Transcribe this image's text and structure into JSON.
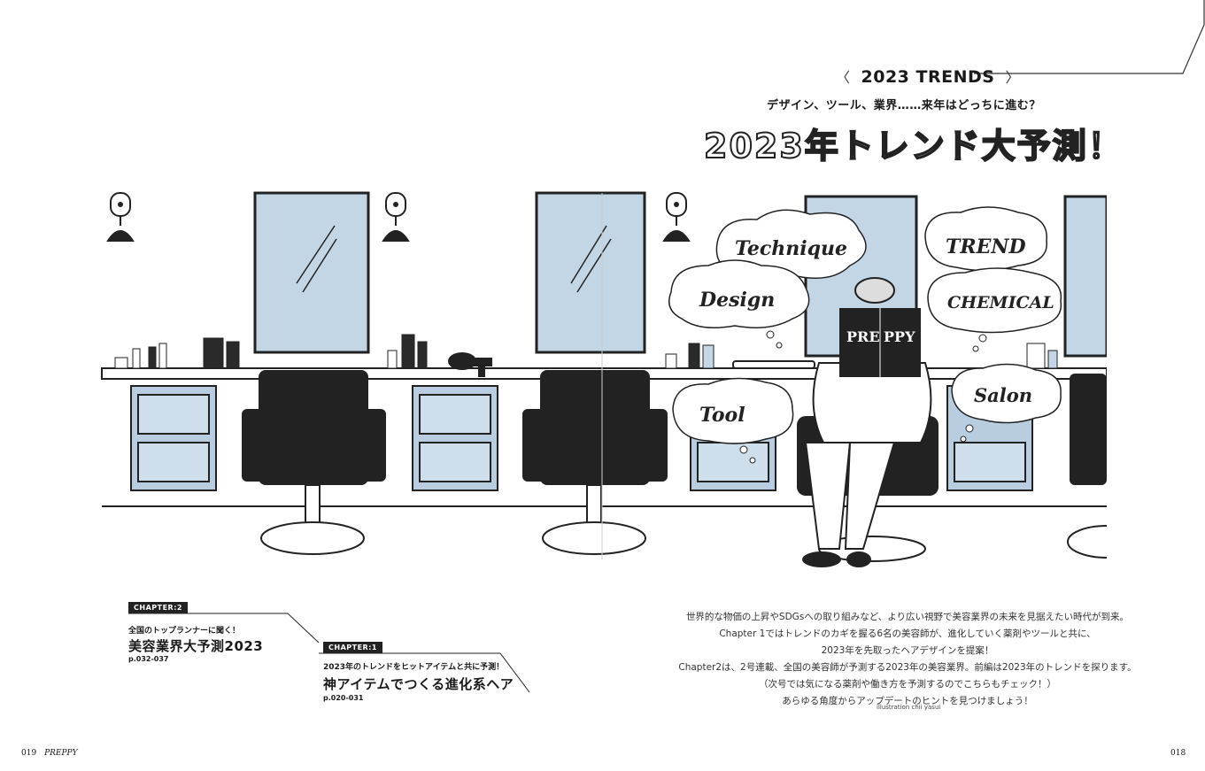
{
  "header": {
    "tag_open": "〈",
    "tag_label": "2023 TRENDS",
    "subtitle": "デザイン、ツール、業界……来年はどっちに進む？",
    "title": "2023年トレンド大予測！"
  },
  "illustration": {
    "magazine_label_left": "PRE",
    "magazine_label_right": "PPY",
    "bubbles": [
      "Technique",
      "Design",
      "Tool",
      "TREND",
      "CHEMICAL",
      "Salon"
    ]
  },
  "chapters": [
    {
      "badge": "CHAPTER:2",
      "lead": "全国のトップランナーに聞く！",
      "title": "美容業界大予測2023",
      "pages": "p.032-037"
    },
    {
      "badge": "CHAPTER:1",
      "lead": "2023年のトレンドをヒットアイテムと共に予測！",
      "title": "神アイテムでつくる進化系ヘア",
      "pages": "p.020-031"
    }
  ],
  "body": {
    "lines": [
      "世界的な物価の上昇やSDGsへの取り組みなど、より広い視野で美容業界の未来を見据えたい時代が到来。",
      "Chapter 1ではトレンドのカギを握る6名の美容師が、進化していく薬剤やツールと共に、",
      "2023年を先取ったヘアデザインを提案！",
      "Chapter2は、2号連載、全国の美容師が予測する2023年の美容業界。前編は2023年のトレンドを探ります。",
      "（次号では気になる薬剤や働き方を予測するのでこちらもチェック！）",
      "あらゆる角度からアップデートのヒントを見つけましょう！"
    ],
    "credit": "illustration chii yasui"
  },
  "folio": {
    "left": "019",
    "left_brand": "PREPPY",
    "right": "018"
  },
  "colors": {
    "ink": "#1a1a1a",
    "mirror_blue": "#c3d6e6",
    "cabinet_blue": "#b8cde0"
  }
}
